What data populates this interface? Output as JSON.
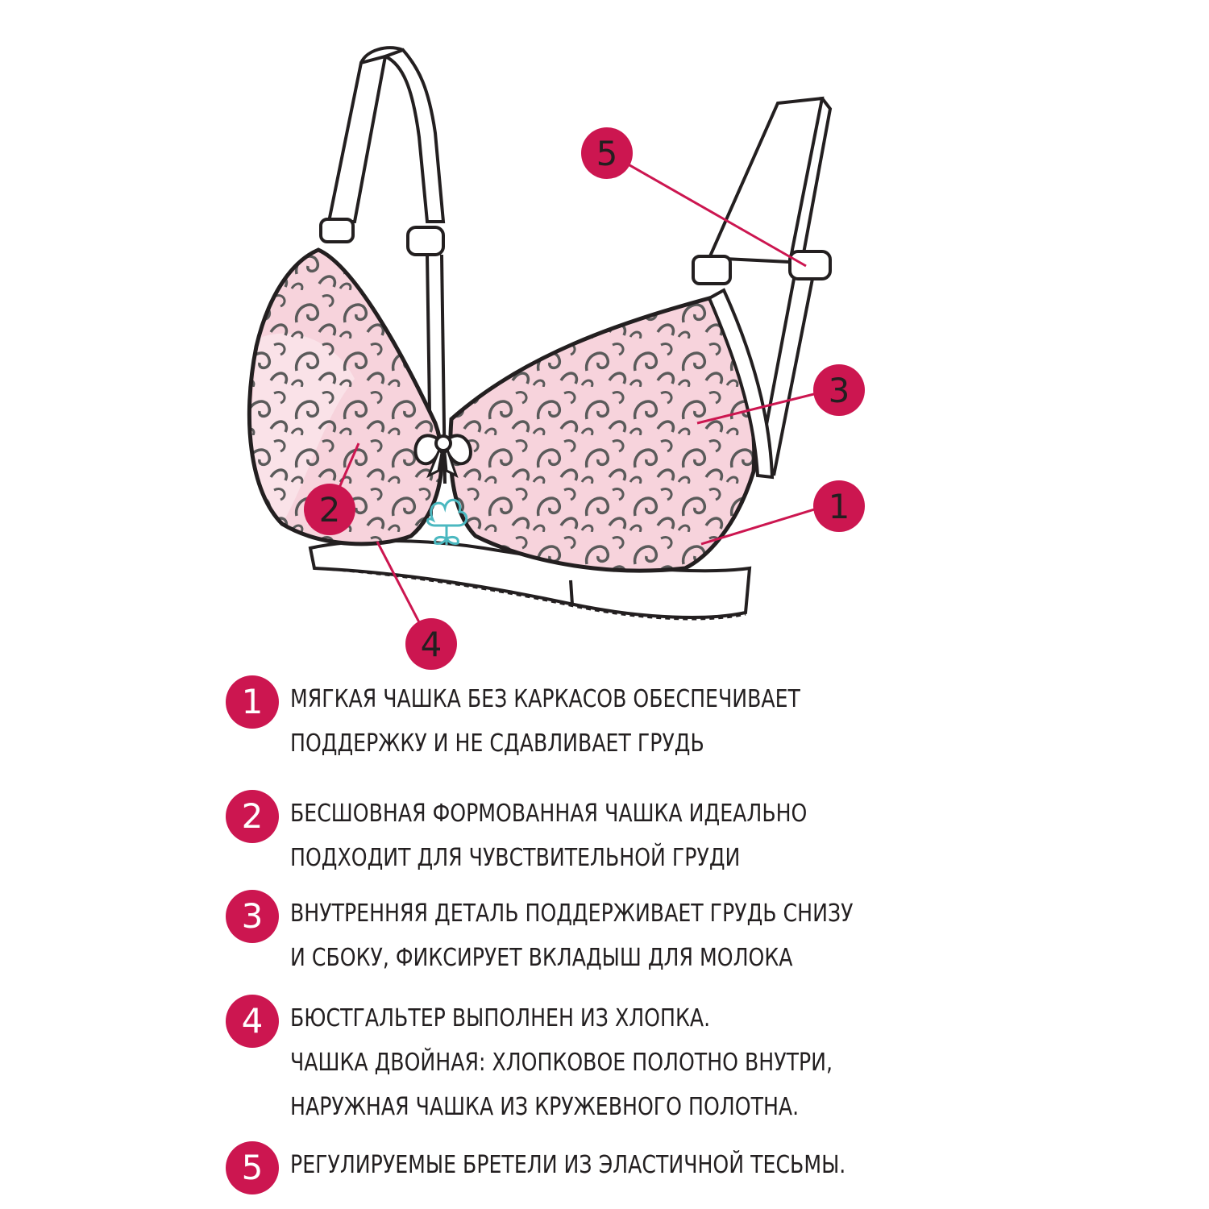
{
  "colors": {
    "accent": "#cc1650",
    "outline": "#231f20",
    "lace_fill": "#f7d3dc",
    "motif_stroke": "#5a5a5a",
    "cotton_icon": "#4bb8c0"
  },
  "callouts": [
    {
      "number": "1",
      "target": "soft-cup"
    },
    {
      "number": "2",
      "target": "molded-cup"
    },
    {
      "number": "3",
      "target": "inner-panel"
    },
    {
      "number": "4",
      "target": "cotton-fabric"
    },
    {
      "number": "5",
      "target": "strap-slider"
    }
  ],
  "legend": {
    "items": [
      {
        "number": "1",
        "lines": [
          "МЯГКАЯ ЧАШКА БЕЗ КАРКАСОВ ОБЕСПЕЧИВАЕТ",
          "ПОДДЕРЖКУ И НЕ СДАВЛИВАЕТ ГРУДЬ"
        ]
      },
      {
        "number": "2",
        "lines": [
          "БЕСШОВНАЯ ФОРМОВАННАЯ ЧАШКА ИДЕАЛЬНО",
          "ПОДХОДИТ ДЛЯ ЧУВСТВИТЕЛЬНОЙ ГРУДИ"
        ]
      },
      {
        "number": "3",
        "lines": [
          "ВНУТРЕННЯЯ ДЕТАЛЬ ПОДДЕРЖИВАЕТ ГРУДЬ СНИЗУ",
          "И СБОКУ, ФИКСИРУЕТ ВКЛАДЫШ ДЛЯ МОЛОКА"
        ]
      },
      {
        "number": "4",
        "lines": [
          "БЮСТГАЛЬТЕР ВЫПОЛНЕН ИЗ ХЛОПКА.",
          "ЧАШКА ДВОЙНАЯ: ХЛОПКОВОЕ ПОЛОТНО ВНУТРИ,",
          "НАРУЖНАЯ ЧАШКА ИЗ КРУЖЕВНОГО ПОЛОТНА."
        ]
      },
      {
        "number": "5",
        "lines": [
          "РЕГУЛИРУЕМЫЕ БРЕТЕЛИ ИЗ ЭЛАСТИЧНОЙ ТЕСЬМЫ."
        ]
      }
    ]
  }
}
